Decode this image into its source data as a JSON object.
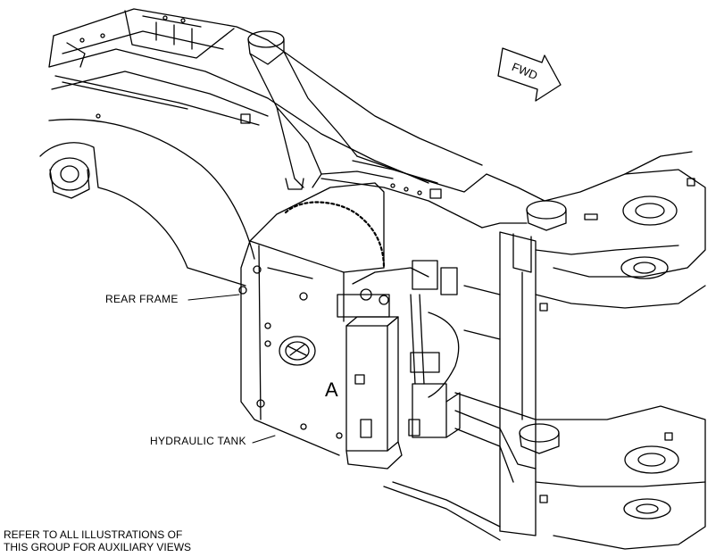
{
  "labels": {
    "rear_frame": "REAR FRAME",
    "hydraulic_tank": "HYDRAULIC TANK",
    "view_marker": "A",
    "direction": "FWD"
  },
  "note": {
    "line1": "REFER TO ALL ILLUSTRATIONS OF",
    "line2": "THIS GROUP FOR AUXILIARY VIEWS"
  },
  "colors": {
    "line": "#000000",
    "background": "#ffffff"
  }
}
